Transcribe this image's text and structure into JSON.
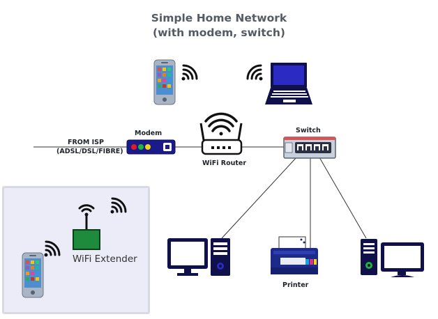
{
  "title": {
    "line1": "Simple Home Network",
    "line2": "(with modem, switch)"
  },
  "labels": {
    "from_isp_line1": "FROM ISP",
    "from_isp_line2": "(ADSL/DSL/FIBRE)",
    "modem": "Modem",
    "router": "WiFi Router",
    "switch": "Switch",
    "printer": "Printer",
    "extender": "WiFi Extender"
  },
  "colors": {
    "device_blue": "#1a1a8c",
    "device_dark": "#10104a",
    "extender_green": "#1d8a3c",
    "cable": "#333333",
    "panel_bg": "#ececf8"
  },
  "icons": [
    "smartphone-icon",
    "wifi-signal-icon",
    "laptop-icon",
    "modem-icon",
    "router-icon",
    "switch-icon",
    "desktop-monitor-icon",
    "tower-pc-icon",
    "printer-icon",
    "extender-icon"
  ]
}
